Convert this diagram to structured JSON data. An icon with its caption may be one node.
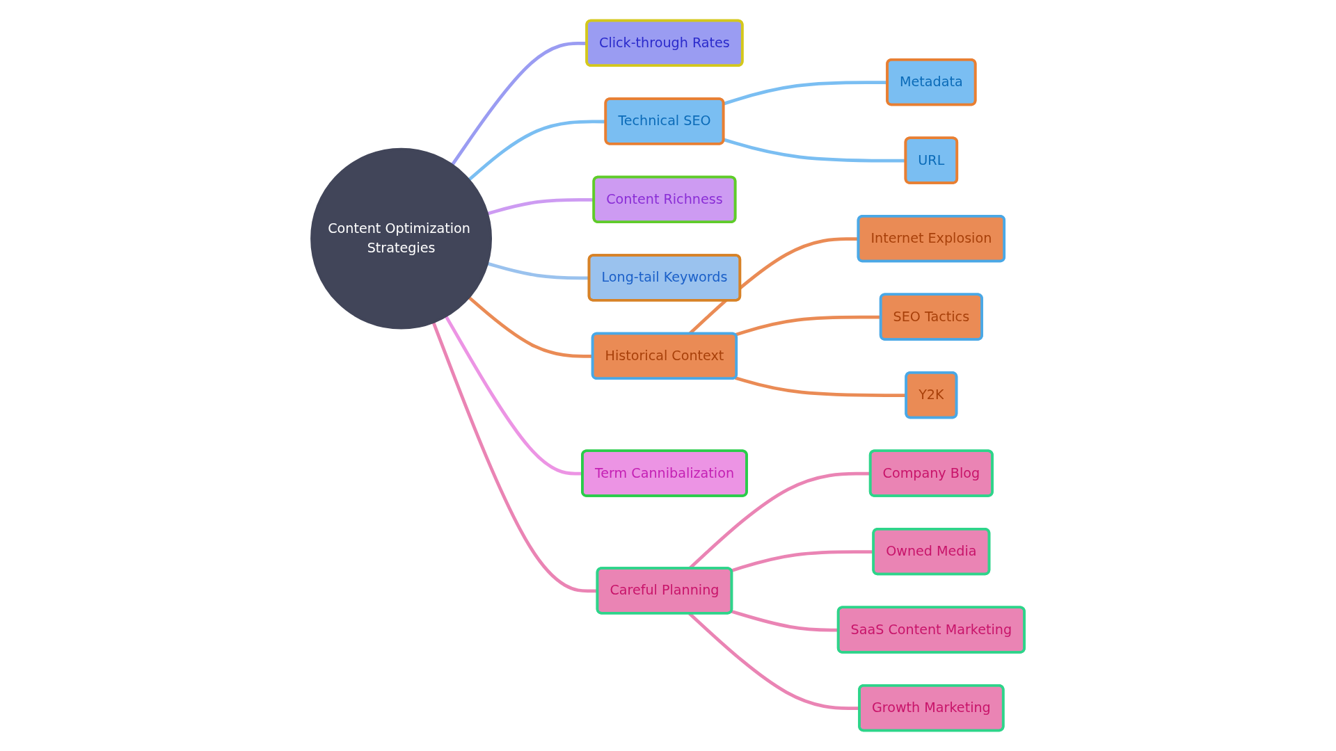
{
  "diagram": {
    "nodes": [
      {
        "text": [
          "Content Optimization Strategies"
        ]
      },
      {
        "text": [
          "Click-through Rates"
        ]
      },
      {
        "text": [
          "Technical SEO"
        ]
      },
      {
        "text": [
          "Metadata"
        ]
      },
      {
        "text": [
          "URL"
        ]
      },
      {
        "text": [
          "Content Richness"
        ]
      },
      {
        "text": [
          "Long-tail Keywords"
        ]
      },
      {
        "text": [
          "Historical Context"
        ]
      },
      {
        "text": [
          "Internet Explosion"
        ]
      },
      {
        "text": [
          "SEO Tactics"
        ]
      },
      {
        "text": [
          "Y2K"
        ]
      },
      {
        "text": [
          "Term Cannibalization"
        ]
      },
      {
        "text": [
          "Careful Planning"
        ]
      },
      {
        "text": [
          "Company Blog"
        ]
      },
      {
        "text": [
          "Owned Media"
        ]
      },
      {
        "text": [
          "SaaS Content Marketing"
        ]
      },
      {
        "text": [
          "Growth Marketing"
        ]
      }
    ],
    "edges": [
      {
        "from": 0,
        "to": 1,
        "arrow": "none",
        "color": "#9a9cf2"
      },
      {
        "from": 0,
        "to": 2,
        "arrow": "none",
        "color": "#7abef2"
      },
      {
        "from": 2,
        "to": 3,
        "arrow": "none",
        "color": "#7abef2"
      },
      {
        "from": 2,
        "to": 4,
        "arrow": "none",
        "color": "#7abef2"
      },
      {
        "from": 0,
        "to": 5,
        "arrow": "none",
        "color": "#cd9bf2"
      },
      {
        "from": 0,
        "to": 6,
        "arrow": "none",
        "color": "#9ac2ee"
      },
      {
        "from": 0,
        "to": 7,
        "arrow": "none",
        "color": "#ea8b55"
      },
      {
        "from": 7,
        "to": 8,
        "arrow": "none",
        "color": "#ea8b55"
      },
      {
        "from": 7,
        "to": 9,
        "arrow": "none",
        "color": "#ea8b55"
      },
      {
        "from": 7,
        "to": 10,
        "arrow": "none",
        "color": "#ea8b55"
      },
      {
        "from": 0,
        "to": 11,
        "arrow": "none",
        "color": "#ec94e4"
      },
      {
        "from": 0,
        "to": 12,
        "arrow": "none",
        "color": "#ea84b4"
      },
      {
        "from": 12,
        "to": 13,
        "arrow": "none",
        "color": "#ea84b4"
      },
      {
        "from": 12,
        "to": 14,
        "arrow": "none",
        "color": "#ea84b4"
      },
      {
        "from": 12,
        "to": 15,
        "arrow": "none",
        "color": "#ea84b4"
      },
      {
        "from": 12,
        "to": 16,
        "arrow": "none",
        "color": "#ea84b4"
      }
    ]
  }
}
